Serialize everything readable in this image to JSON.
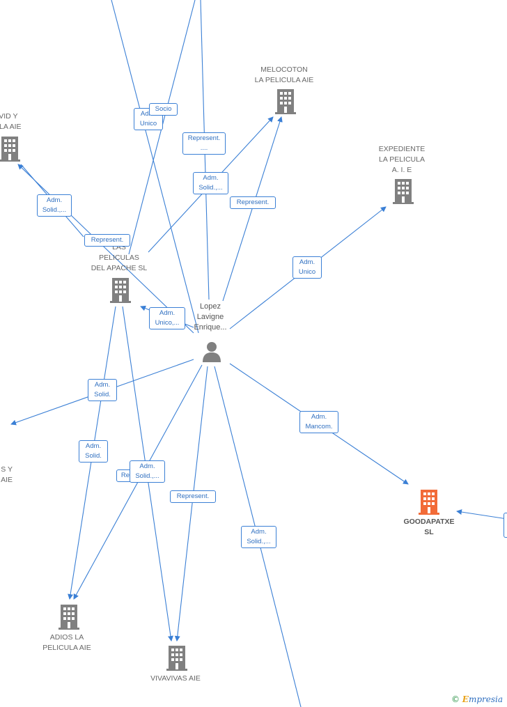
{
  "colors": {
    "edge": "#3a7fd5",
    "building": "#808080",
    "focus_building": "#f26b38",
    "label": "#666666"
  },
  "nodes": {
    "person": {
      "label": "Lopez\nLavigne\nEnrique...",
      "icon": "person-icon"
    },
    "melocoton": {
      "label": "MELOCOTON\nLA PELICULA AIE",
      "icon": "building-icon"
    },
    "david": {
      "label": "AVID Y\nYLA AIE",
      "icon": "building-icon"
    },
    "expediente": {
      "label": "EXPEDIENTE\nLA PELICULA\nA. I. E",
      "icon": "building-icon"
    },
    "apache": {
      "label": "LAS\nPELICULAS\nDEL APACHE SL",
      "icon": "building-icon"
    },
    "left_bottom": {
      "label": "S Y\nAIE",
      "icon": "building-icon"
    },
    "goodapatxe": {
      "label": "GOODAPATXE\nSL",
      "icon": "building-icon-focus"
    },
    "adios": {
      "label": "ADIOS LA\nPELICULA AIE",
      "icon": "building-icon"
    },
    "vivavivas": {
      "label": "VIVAVIVAS AIE",
      "icon": "building-icon"
    }
  },
  "edge_labels": {
    "adm_unico_top": "Adm.\nUnico",
    "socio": "Socio",
    "represent_top": "Represent.\n....",
    "adm_solid_mid": "Adm.\nSolid.,...",
    "represent_melocoton": "Represent.",
    "adm_solid_david": "Adm.\nSolid.,...",
    "represent_apache": "Represent.",
    "adm_unico_expediente": "Adm.\nUnico",
    "adm_unico_apache": "Adm.\nUnico,...",
    "adm_solid_left": "Adm.\nSolid.",
    "adm_solid_adios": "Adm.\nSolid.",
    "re_partial": "Re",
    "adm_solid_vivavivas": "Adm.\nSolid.,...",
    "represent_vivavivas": "Represent.",
    "adm_mancom": "Adm.\nMancom.",
    "adm_solid_bottom": "Adm.\nSolid.,..."
  },
  "brand": {
    "copyright": "©",
    "name": "mpresia",
    "initial": "E"
  }
}
